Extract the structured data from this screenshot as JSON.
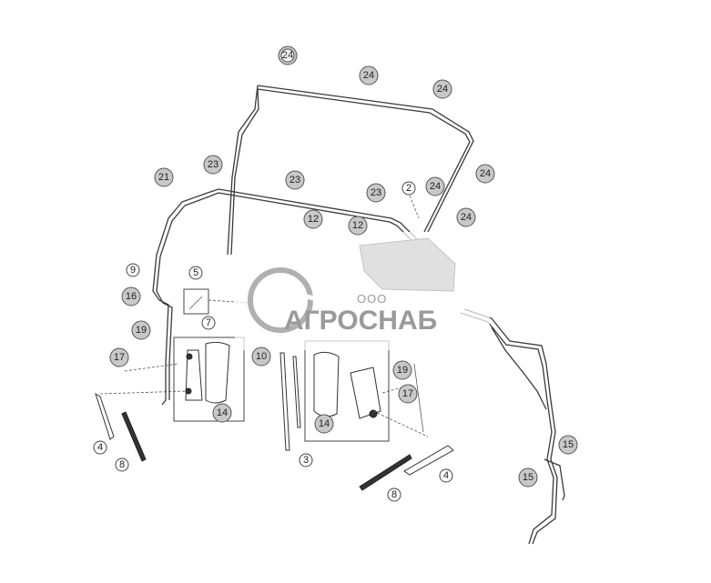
{
  "watermark": {
    "company_prefix": "ООО",
    "company_name": "АГРОСНАБ"
  },
  "callouts": [
    "24",
    "24",
    "24",
    "24",
    "24",
    "24",
    "24",
    "23",
    "23",
    "23",
    "21",
    "2",
    "12",
    "12",
    "5",
    "9",
    "16",
    "19",
    "7",
    "17",
    "10",
    "19",
    "17",
    "14",
    "14",
    "4",
    "8",
    "3",
    "4",
    "8",
    "15",
    "15"
  ]
}
